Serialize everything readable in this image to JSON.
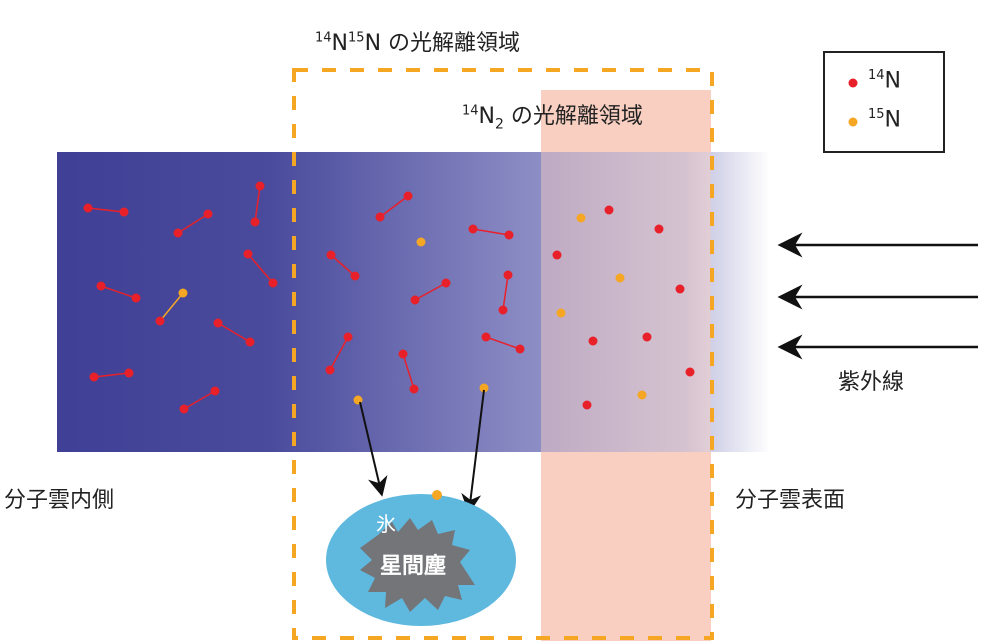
{
  "titles": {
    "n14n15_region": {
      "iso1": "14",
      "el1": "N",
      "iso2": "15",
      "el2": "N",
      "text": " の光解離領域"
    },
    "n14_2_region": {
      "iso": "14",
      "el": "N",
      "sub": "2",
      "text": " の光解離領域"
    }
  },
  "legend": {
    "items": [
      {
        "iso": "14",
        "el": "N",
        "color": "#e8202a"
      },
      {
        "iso": "15",
        "el": "N",
        "color": "#f5a623"
      }
    ]
  },
  "labels": {
    "uv": "紫外線",
    "cloud_inside": "分子雲内側",
    "cloud_surface": "分子雲表面",
    "ice": "氷",
    "dust": "星間塵"
  },
  "colors": {
    "cloud_dark": "#3f4096",
    "cloud_light": "#8e8ec6",
    "region_pink": "#f8cfc0",
    "dashed_orange": "#f5a623",
    "ice_blue": "#5fb9df",
    "dust_gray": "#747579"
  }
}
